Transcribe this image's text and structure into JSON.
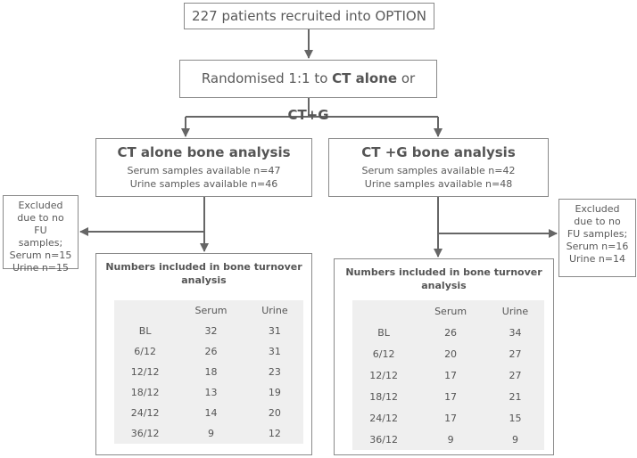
{
  "recruit": {
    "text": "227 patients recruited into OPTION"
  },
  "randomised": {
    "prefix": "Randomised 1:1 to ",
    "arm1": "CT alone",
    "middle": " or ",
    "arm2": "CT+G"
  },
  "ct_arm": {
    "title": "CT alone bone analysis",
    "serum": "Serum samples available n=47",
    "urine": "Urine samples available n=46"
  },
  "ctg_arm": {
    "title": "CT +G bone analysis",
    "serum": "Serum samples available n=42",
    "urine": "Urine samples available n=48"
  },
  "excluded_left": {
    "lines": [
      "Excluded",
      "due to no",
      "FU",
      "samples;",
      "Serum n=15",
      "Urine n=15"
    ]
  },
  "excluded_right": {
    "lines": [
      "Excluded",
      "due to no",
      "FU samples;",
      "Serum n=16",
      "Urine n=14"
    ]
  },
  "ct_table": {
    "title": "Numbers included in bone turnover analysis",
    "headers": [
      "",
      "Serum",
      "Urine"
    ],
    "rows": [
      [
        "BL",
        "32",
        "31"
      ],
      [
        "6/12",
        "26",
        "31"
      ],
      [
        "12/12",
        "18",
        "23"
      ],
      [
        "18/12",
        "13",
        "19"
      ],
      [
        "24/12",
        "14",
        "20"
      ],
      [
        "36/12",
        "9",
        "12"
      ]
    ]
  },
  "ctg_table": {
    "title": "Numbers included in bone turnover analysis",
    "headers": [
      "",
      "Serum",
      "Urine"
    ],
    "rows": [
      [
        "BL",
        "26",
        "34"
      ],
      [
        "6/12",
        "20",
        "27"
      ],
      [
        "12/12",
        "17",
        "27"
      ],
      [
        "18/12",
        "17",
        "21"
      ],
      [
        "24/12",
        "17",
        "15"
      ],
      [
        "36/12",
        "9",
        "9"
      ]
    ]
  }
}
